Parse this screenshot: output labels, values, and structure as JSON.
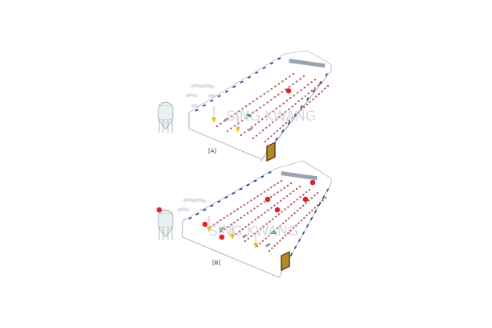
{
  "diagrams": [
    {
      "label": "[A]",
      "watermark": "SING KWANG",
      "badges": 1
    },
    {
      "label": "[B]",
      "watermark": "SING KWANG",
      "badges": 7
    }
  ],
  "colors": {
    "outline": "#9aa0aa",
    "window": "#1f3f9a",
    "feeder_dot": "#b5454a",
    "hopper": "#f2c200",
    "badge": "#e0202a",
    "cooling_pad": "#6b3a1e",
    "fan_panel": "#9aa3b3",
    "controller": "#1e8a5a",
    "motor": "#9a9a9a",
    "watermark": "#c9ccd8"
  }
}
